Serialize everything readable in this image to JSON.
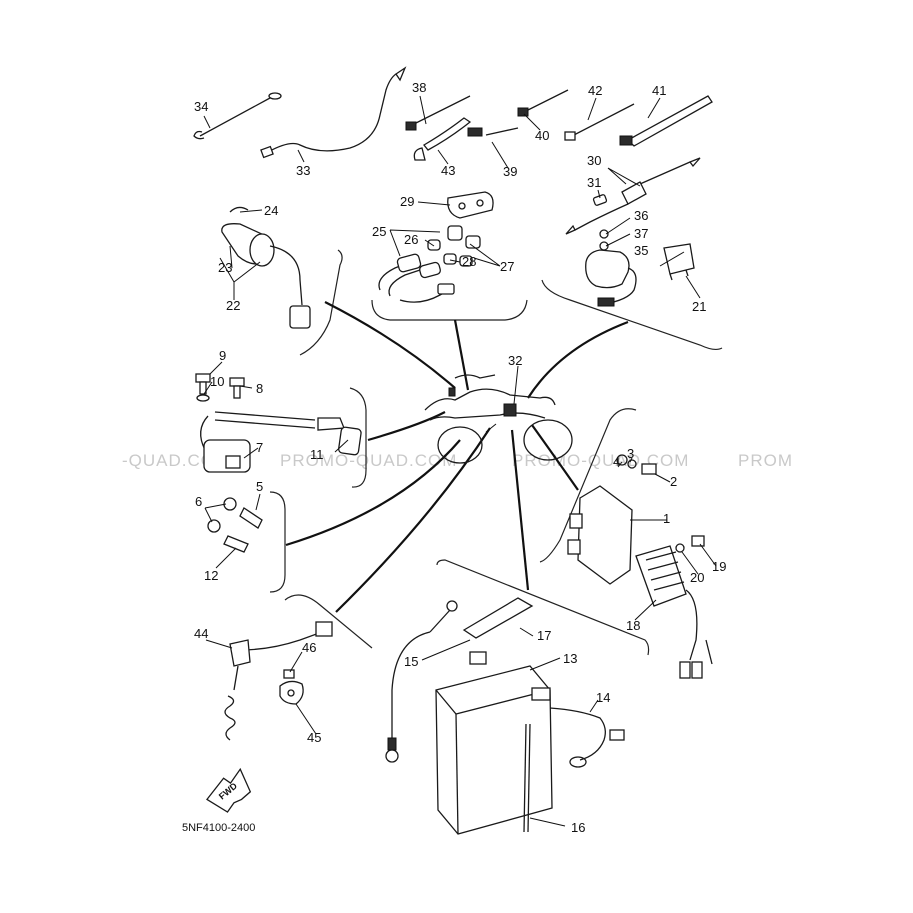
{
  "watermarks": [
    {
      "text": "-QUAD.COM"
    },
    {
      "text": "PROMO-QUAD.COM"
    },
    {
      "text": "PROMO-QUAD.COM"
    },
    {
      "text": "PROM"
    }
  ],
  "callouts": [
    "1",
    "2",
    "3",
    "4",
    "5",
    "6",
    "7",
    "8",
    "9",
    "10",
    "11",
    "12",
    "13",
    "14",
    "15",
    "16",
    "17",
    "18",
    "19",
    "20",
    "21",
    "22",
    "23",
    "24",
    "25",
    "26",
    "27",
    "28",
    "29",
    "30",
    "31",
    "32",
    "33",
    "34",
    "35",
    "36",
    "37",
    "38",
    "39",
    "40",
    "41",
    "42",
    "43",
    "44",
    "45",
    "46"
  ],
  "fwd_arrow_label": "FWD",
  "drawing_code": "5NF4100-2400"
}
